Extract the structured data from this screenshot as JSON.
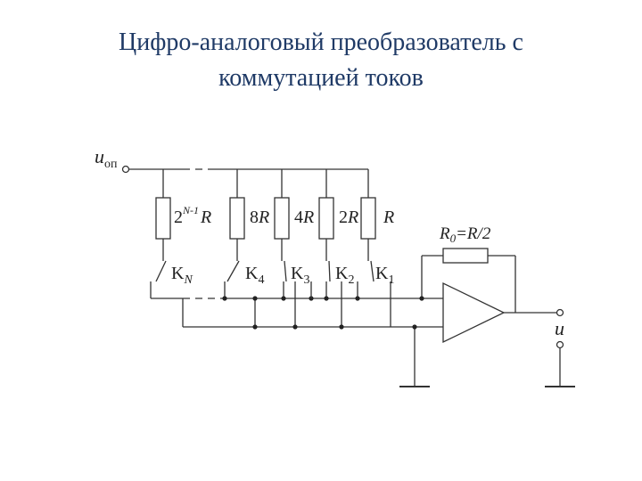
{
  "title": {
    "line1": "Цифро-аналоговый преобразователь с",
    "line2": "коммутацией токов"
  },
  "circuit": {
    "ref_voltage": {
      "symbol": "u",
      "subscript": "оп"
    },
    "resistors": [
      {
        "base": "2",
        "sup": "N-1",
        "unit": "R"
      },
      {
        "base": "8",
        "sup": "",
        "unit": "R"
      },
      {
        "base": "4",
        "sup": "",
        "unit": "R"
      },
      {
        "base": "2",
        "sup": "",
        "unit": "R"
      },
      {
        "base": "",
        "sup": "",
        "unit": "R"
      }
    ],
    "switches": [
      {
        "letter": "K",
        "sub": "N"
      },
      {
        "letter": "K",
        "sub": "4"
      },
      {
        "letter": "K",
        "sub": "3"
      },
      {
        "letter": "K",
        "sub": "2"
      },
      {
        "letter": "K",
        "sub": "1"
      }
    ],
    "feedback_resistor": {
      "name": "R",
      "sub": "0",
      "value": "=R/2"
    },
    "output": {
      "symbol": "u"
    }
  },
  "colors": {
    "title": "#1f3a66",
    "wire": "#333333"
  }
}
